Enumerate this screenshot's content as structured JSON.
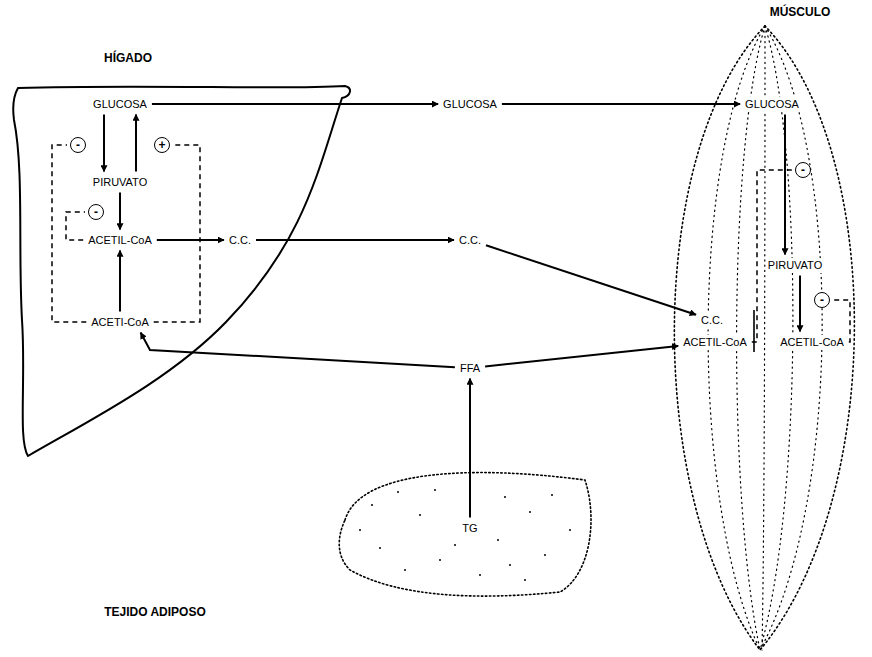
{
  "diagram": {
    "nodes": [
      {
        "text": [
          "HÍGADO"
        ]
      },
      {
        "text": [
          "GLUCOSA"
        ],
        "in": 0
      },
      {
        "text": [
          "PIRUVATO"
        ],
        "in": 0
      },
      {
        "text": [
          "ACETIL-CoA"
        ],
        "in": 0
      },
      {
        "text": [
          "ACETI-CoA"
        ],
        "in": 0
      },
      {
        "text": [
          "C.C."
        ],
        "in": 0
      },
      {
        "text": [
          "-"
        ],
        "in": 0
      },
      {
        "text": [
          "+"
        ],
        "in": 0
      },
      {
        "text": [
          "-"
        ],
        "in": 0
      },
      {
        "text": [
          "GLUCOSA"
        ]
      },
      {
        "text": [
          "C.C."
        ]
      },
      {
        "text": [
          "FFA"
        ]
      },
      {
        "text": [
          "TEJIDO ADIPOSO"
        ]
      },
      {
        "text": [
          "TG"
        ],
        "in": 12
      },
      {
        "text": [
          "MÚSCULO"
        ]
      },
      {
        "text": [
          "GLUCOSA"
        ],
        "in": 14
      },
      {
        "text": [
          "-"
        ],
        "in": 14
      },
      {
        "text": [
          "PIRUVATO"
        ],
        "in": 14
      },
      {
        "text": [
          "-"
        ],
        "in": 14
      },
      {
        "text": [
          "C.C."
        ],
        "in": 14
      },
      {
        "text": [
          "ACETIL-CoA"
        ],
        "in": 14
      },
      {
        "text": [
          "ACETIL-CoA"
        ],
        "in": 14
      }
    ],
    "edges": [
      {
        "from": 1,
        "to": 2,
        "arrow": "to"
      },
      {
        "from": 2,
        "to": 1,
        "arrow": "to"
      },
      {
        "from": 2,
        "to": 3,
        "arrow": "to"
      },
      {
        "from": 4,
        "to": 3,
        "arrow": "to"
      },
      {
        "from": 3,
        "to": 5,
        "arrow": "to"
      },
      {
        "from": 5,
        "to": 10,
        "arrow": "to"
      },
      {
        "from": 1,
        "to": 9,
        "arrow": "to"
      },
      {
        "from": 9,
        "to": 15,
        "arrow": "to"
      },
      {
        "from": 10,
        "to": 19,
        "arrow": "to"
      },
      {
        "from": 11,
        "to": 4,
        "arrow": "to"
      },
      {
        "from": 11,
        "to": 20,
        "arrow": "to"
      },
      {
        "from": 13,
        "to": 11,
        "arrow": "to"
      },
      {
        "from": 15,
        "to": 17,
        "arrow": "to"
      },
      {
        "from": 17,
        "to": 21,
        "arrow": "to"
      },
      {
        "from": 4,
        "to": 6,
        "arrow": "none"
      },
      {
        "from": 4,
        "to": 7,
        "arrow": "none"
      },
      {
        "from": 3,
        "to": 8,
        "arrow": "none"
      },
      {
        "from": 20,
        "to": 16,
        "arrow": "none"
      },
      {
        "from": 21,
        "to": 18,
        "arrow": "none"
      }
    ]
  }
}
